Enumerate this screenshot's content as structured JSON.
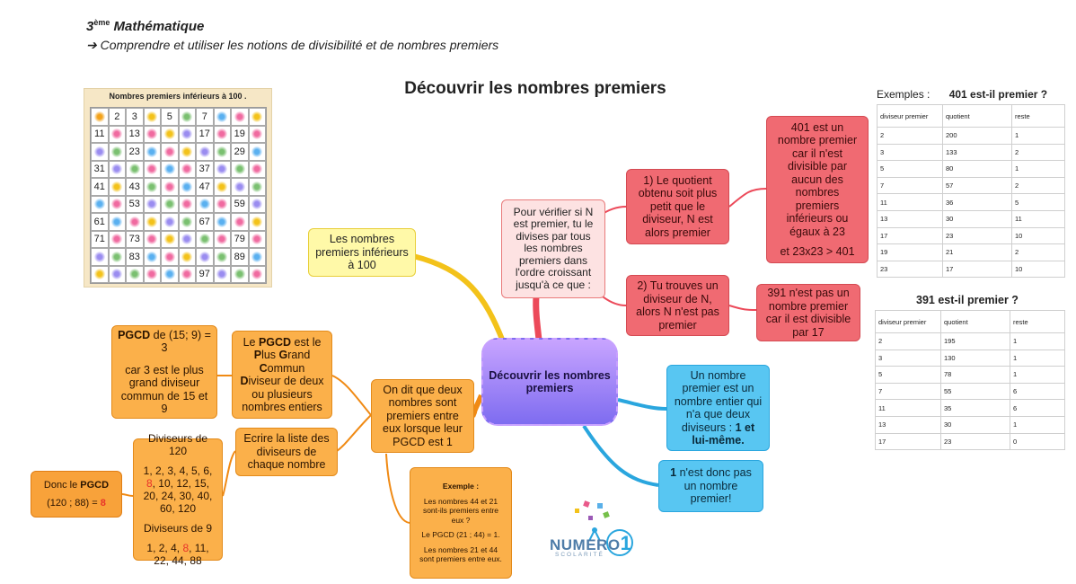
{
  "header": {
    "level": "3",
    "level_sup": "ème",
    "subject": "Mathématique",
    "objective": "➔ Comprendre et utiliser les notions de divisibilité et de nombres premiers"
  },
  "title": "Découvrir les nombres premiers",
  "grid": {
    "title": "Nombres premiers inférieurs à 100 .",
    "cells": [
      "",
      "2",
      "3",
      "",
      "5",
      "",
      "7",
      "",
      "",
      "",
      "11",
      "",
      "13",
      "",
      "",
      "",
      "17",
      "",
      "19",
      "",
      "",
      "",
      "23",
      "",
      "",
      "",
      "",
      "",
      "29",
      "",
      "31",
      "",
      "",
      "",
      "",
      "",
      "37",
      "",
      "",
      "",
      "41",
      "",
      "43",
      "",
      "",
      "",
      "47",
      "",
      "",
      "",
      "",
      "",
      "53",
      "",
      "",
      "",
      "",
      "",
      "59",
      "",
      "61",
      "",
      "",
      "",
      "",
      "",
      "67",
      "",
      "",
      "",
      "71",
      "",
      "73",
      "",
      "",
      "",
      "",
      "",
      "79",
      "",
      "",
      "",
      "83",
      "",
      "",
      "",
      "",
      "",
      "89",
      "",
      "",
      "",
      "",
      "",
      "",
      "",
      "97",
      "",
      "",
      ""
    ]
  },
  "nodes": {
    "center": "Découvrir les nombres premiers",
    "premiers100": "Les nombres premiers inférieurs à 100",
    "verifier": "Pour vérifier si N est premier, tu le divises par tous les nombres premiers  dans l'ordre croissant jusqu'à ce que :",
    "cond1": "1) Le quotient obtenu soit plus petit que le diviseur, N est alors premier",
    "cond2": "2) Tu trouves un diviseur de N, alors N n'est pas premier",
    "ex401_a": "401 est un nombre premier car il n'est divisible par aucun des nombres premiers inférieurs ou égaux à 23",
    "ex401_b": "et 23x23 > 401",
    "ex391": "391 n'est pas un nombre premier car il est divisible par 17",
    "definition_a": "Un nombre premier est  un nombre entier qui n'a que deux diviseurs : ",
    "definition_b": "1 et lui-même.",
    "un_a": "1",
    "un_b": " n'est donc pas un nombre premier!",
    "entre_eux": "On dit que deux nombres sont premiers entre eux lorsque leur PGCD est 1",
    "pgcd_def": {
      "p1": "Le ",
      "p2": "PGCD",
      "p3": " est le ",
      "p4": "P",
      "p5": "lus ",
      "p6": "G",
      "p7": "rand ",
      "p8": "C",
      "p9": "ommun ",
      "p10": "D",
      "p11": "iviseur de deux ou plusieurs nombres entiers"
    },
    "pgcd_ex": {
      "a": "PGCD",
      "b": " de (15; 9) = 3",
      "c": "car 3 est le plus grand diviseur commun de 15 et 9"
    },
    "ecrire": "Ecrire la liste des diviseurs de chaque nombre",
    "div120": {
      "title": "Diviseurs de 120",
      "list_a": "1, 2, 3, 4, 5, 6, ",
      "list_b": "8",
      "list_c": ", 10, 12, 15, 20, 24, 30, 40, 60, 120",
      "title2": "Diviseurs de 9",
      "list2_a": "1, 2, 4, ",
      "list2_b": "8",
      "list2_c": ", 11, 22, 44, 88"
    },
    "donc": {
      "a": "Donc le ",
      "b": "PGCD",
      "c": "(120 ; 88) = ",
      "d": "8"
    },
    "exemple": {
      "title": "Exemple :",
      "l1": "Les nombres 44 et 21 sont-ils premiers entre eux ?",
      "l2": "Le PGCD (21 ; 44) = 1.",
      "l3": "Les nombres 21 et 44 sont premiers entre eux."
    }
  },
  "examples": {
    "label": "Exemples :",
    "q1": "401 est-il premier ?",
    "q2": "391  est-il premier ?",
    "headers": [
      "diviseur premier",
      "quotient",
      "reste"
    ],
    "table1": [
      [
        "2",
        "200",
        "1"
      ],
      [
        "3",
        "133",
        "2"
      ],
      [
        "5",
        "80",
        "1"
      ],
      [
        "7",
        "57",
        "2"
      ],
      [
        "11",
        "36",
        "5"
      ],
      [
        "13",
        "30",
        "11"
      ],
      [
        "17",
        "23",
        "10"
      ],
      [
        "19",
        "21",
        "2"
      ],
      [
        "23",
        "17",
        "10"
      ]
    ],
    "table2": [
      [
        "2",
        "195",
        "1"
      ],
      [
        "3",
        "130",
        "1"
      ],
      [
        "5",
        "78",
        "1"
      ],
      [
        "7",
        "55",
        "6"
      ],
      [
        "11",
        "35",
        "6"
      ],
      [
        "13",
        "30",
        "1"
      ],
      [
        "17",
        "23",
        "0"
      ]
    ]
  },
  "logo": {
    "main": "NUMERO",
    "num": "1",
    "sub": "SCOLARITÉ"
  },
  "colors": {
    "yellow": "#fff9a8",
    "red": "#f06a72",
    "blue": "#58c6f2",
    "orange": "#f8a23a",
    "purple": "#8e7cf2"
  }
}
